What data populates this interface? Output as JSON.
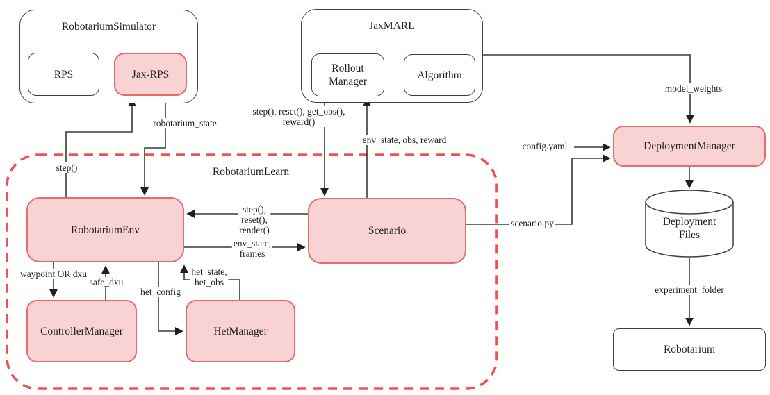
{
  "colors": {
    "pink_fill": "#f9d2d3",
    "pink_border": "#e9696c",
    "dashed_border": "#f05152",
    "line": "#3a3a3a",
    "box_border": "#3f3f3f",
    "text": "#1f1f1f",
    "canvas_bg": "#ffffff"
  },
  "groups": {
    "robotarium_simulator": "RobotariumSimulator",
    "jaxmarl": "JaxMARL",
    "robotarium_learn": "RobotariumLearn"
  },
  "nodes": {
    "rps": "RPS",
    "jax_rps": "Jax-RPS",
    "rollout_manager": "Rollout\nManager",
    "algorithm": "Algorithm",
    "robotarium_env": "RobotariumEnv",
    "scenario": "Scenario",
    "controller_manager": "ControllerManager",
    "het_manager": "HetManager",
    "deployment_manager": "DeploymentManager",
    "deployment_files": "Deployment\nFiles",
    "robotarium": "Robotarium"
  },
  "edges": {
    "step_sim": "step()",
    "robotarium_state": "robotarium_state",
    "rollout_calls": "step(), reset(), get_obs(),\nreward()",
    "env_state_obs_reward": "env_state, obs, reward",
    "model_weights": "model_weights",
    "config_yaml": "config.yaml",
    "scenario_py": "scenario.py",
    "step_reset_render": "step(),\nreset(),\nrender()",
    "env_state_frames": "env_state,\nframes",
    "waypoint_or_dxu": "waypoint OR dxu",
    "safe_dxu": "safe_dxu",
    "het_config": "het_config",
    "het_state_obs": "het_state,\nhet_obs",
    "experiment_folder": "experiment_folder"
  }
}
